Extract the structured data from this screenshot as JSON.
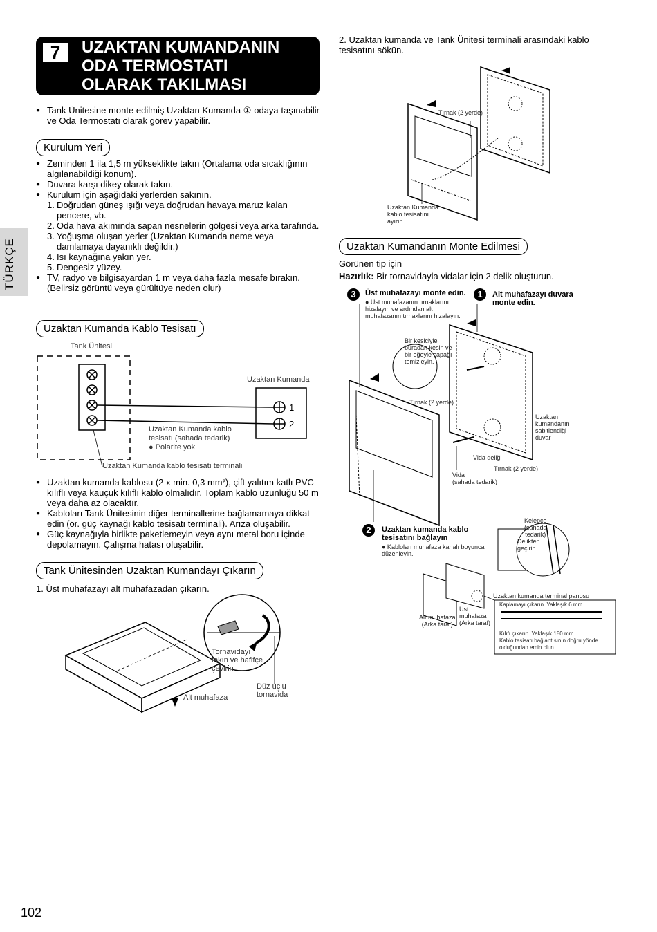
{
  "section": {
    "number": "7",
    "title_lines": [
      "UZAKTAN KUMANDANIN",
      "ODA TERMOSTATI",
      "OLARAK TAKILMASI"
    ]
  },
  "intro": "Tank Ünitesine monte edilmiş Uzaktan Kumanda ① odaya taşınabilir ve Oda Termostatı olarak görev yapabilir.",
  "side_tab": "TÜRKÇE",
  "install_location": {
    "heading": "Kurulum Yeri",
    "bullet1": "Zeminden 1 ila 1,5 m yükseklikte takın (Ortalama oda sıcaklığının algılanabildiği konum).",
    "bullet2": "Duvara karşı dikey olarak takın.",
    "bullet3": "Kurulum için aşağıdaki yerlerden sakının.",
    "items": [
      {
        "n": "1.",
        "text": "Doğrudan güneş ışığı veya doğrudan havaya maruz kalan pencere, vb."
      },
      {
        "n": "2.",
        "text": "Oda hava akımında sapan nesnelerin gölgesi veya arka tarafında."
      },
      {
        "n": "3.",
        "text": "Yoğuşma oluşan yerler (Uzaktan Kumanda neme veya damlamaya dayanıklı değildir.)"
      },
      {
        "n": "4.",
        "text": "Isı kaynağına yakın yer."
      },
      {
        "n": "5.",
        "text": "Dengesiz yüzey."
      }
    ],
    "bullet4": "TV, radyo ve bilgisayardan 1 m veya daha fazla mesafe bırakın. (Belirsiz görüntü veya gürültüye neden olur)"
  },
  "cable": {
    "heading": "Uzaktan Kumanda Kablo Tesisatı",
    "tank_unit": "Tank Ünitesi",
    "remote": "Uzaktan Kumanda",
    "term1": "1",
    "term2": "2",
    "cable_label1": "Uzaktan Kumanda kablo",
    "cable_label2": "tesisatı (sahada tedarik)",
    "cable_label3": "● Polarite yok",
    "terminal_label": "Uzaktan Kumanda kablo tesisatı terminali",
    "bullet1": "Uzaktan kumanda kablosu (2 x min. 0,3 mm²), çift yalıtım katlı PVC kılıflı veya kauçuk kılıflı kablo olmalıdır. Toplam kablo uzunluğu 50 m veya daha az olacaktır.",
    "bullet2": "Kabloları Tank Ünitesinin diğer terminallerine bağlamamaya dikkat edin (ör. güç kaynağı kablo tesisatı terminali). Arıza oluşabilir.",
    "bullet3": "Güç kaynağıyla birlikte paketlemeyin veya aynı metal boru içinde depolamayın. Çalışma hatası oluşabilir."
  },
  "remove": {
    "heading": "Tank Ünitesinden Uzaktan Kumandayı Çıkarın",
    "step1": "1.  Üst muhafazayı alt muhafazadan çıkarın.",
    "screwdriver_note1": "Tornavidayı",
    "screwdriver_note2": "takın ve hafifçe",
    "screwdriver_note3": "çevirin.",
    "flat_screwdriver1": "Düz uçlu",
    "flat_screwdriver2": "tornavida",
    "lower_case": "Alt muhafaza"
  },
  "step2": {
    "text": "2.  Uzaktan kumanda ve Tank Ünitesi terminali arasındaki kablo tesisatını sökün.",
    "claw": "Tırnak (2 yerde)",
    "detach1": "Uzaktan Kumanda",
    "detach2": "kablo tesisatını",
    "detach3": "ayırın"
  },
  "mount": {
    "heading": "Uzaktan Kumandanın Monte Edilmesi",
    "visible_type": "Görünen tip için",
    "prep_label": "Hazırlık:",
    "prep_text": " Bir tornavidayla vidalar için 2 delik oluşturun.",
    "s3_num": "3",
    "s3_title": "Üst muhafazayı monte edin.",
    "s3_note": "● Üst muhafazanın tırnaklarını hizalayın ve ardından alt muhafazanın tırnaklarını hizalayın.",
    "s1_num": "1",
    "s1_title1": "Alt muhafazayı duvara",
    "s1_title2": "monte edin.",
    "cut1": "Bir kesiciyle",
    "cut2": "buradan kesin ve",
    "cut3": "bir eğeyle çapağı",
    "cut4": "temizleyin.",
    "claw2": "Tırnak (2 yerde)",
    "wall1": "Uzaktan",
    "wall2": "kumandanın",
    "wall3": "sabitlendiği",
    "wall4": "duvar",
    "screw_hole": "Vida deliği",
    "claw3": "Tırnak (2 yerde)",
    "screw1": "Vida",
    "screw2": "(sahada tedarik)",
    "s2_num": "2",
    "s2_title1": "Uzaktan kumanda kablo",
    "s2_title2": "tesisatını bağlayın",
    "s2_note": "● Kabloları muhafaza kanalı boyunca düzenleyin.",
    "clamp1": "Kelepçe",
    "clamp2": "(sahada",
    "clamp3": "tedarik)",
    "pass1": "Delikten",
    "pass2": "geçirin",
    "upper1": "Üst",
    "upper2": "muhafaza",
    "upper3": "(Arka taraf)",
    "lower1": "Alt muhafaza",
    "lower2": "(Arka taraf)",
    "terminal_board": "Uzaktan kumanda terminal panosu",
    "strip1": "Kaplamayı çıkarın. Yaklaşık 6 mm",
    "strip2": "Kılıfı çıkarın. Yaklaşık 180 mm.",
    "strip3": "Kablo tesisatı bağlantısının doğru yönde",
    "strip4": "olduğundan emin olun."
  },
  "page_number": "102"
}
